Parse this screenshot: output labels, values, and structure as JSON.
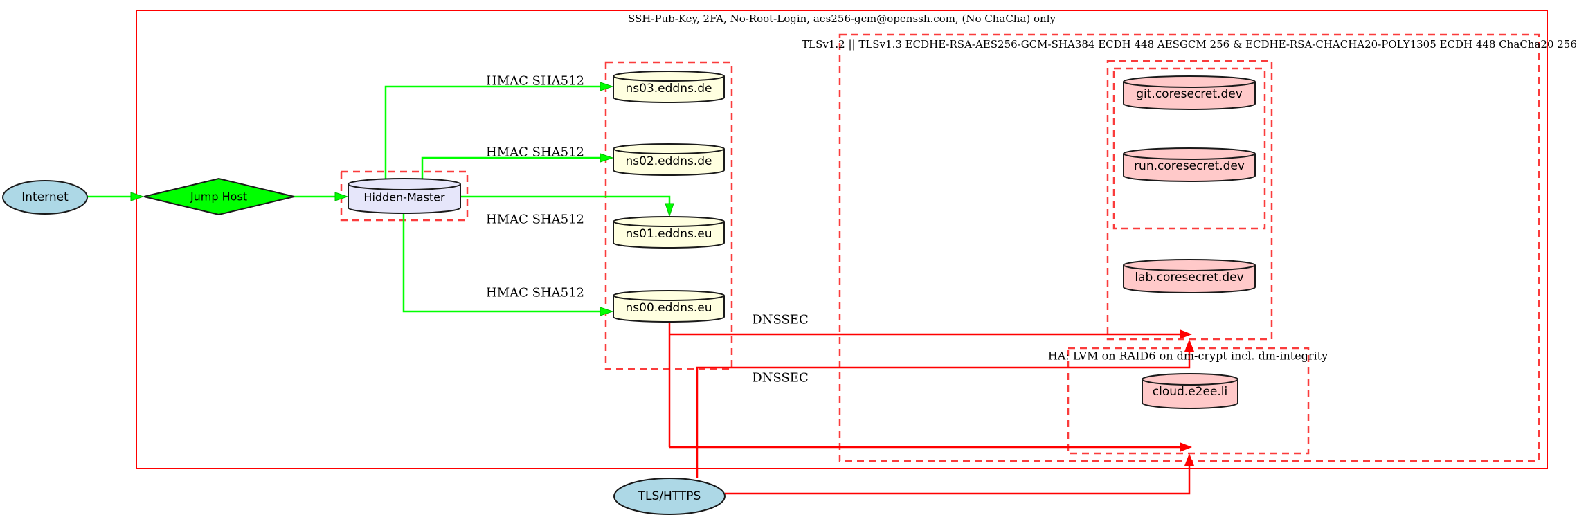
{
  "colors": {
    "edge_green": "#00ff00",
    "edge_red": "#ff0000",
    "cluster_dash_red": "#fa3c3c",
    "outer_box_red": "#ff0000",
    "node_stroke": "#1a1a1a",
    "lightblue": "#add8e6",
    "bright_green": "#00ff00",
    "lavender": "#e6e6fa",
    "lightyellow": "#ffffe0",
    "pink": "#ffc9c9"
  },
  "clusters": {
    "ssh": {
      "label": "SSH-Pub-Key, 2FA, No-Root-Login, aes256-gcm@openssh.com, (No ChaCha) only"
    },
    "tls": {
      "label": "TLSv1.2 || TLSv1.3 ECDHE-RSA-AES256-GCM-SHA384 ECDH 448 AESGCM 256 & ECDHE-RSA-CHACHA20-POLY1305 ECDH 448 ChaCha20 256"
    },
    "ha": {
      "label": "HA: LVM on RAID6 on dm-crypt incl. dm-integrity"
    }
  },
  "nodes": {
    "internet": {
      "label": "Internet",
      "shape": "ellipse",
      "fill": "#add8e6"
    },
    "jump_host": {
      "label": "Jump Host",
      "shape": "diamond",
      "fill": "#00ff00"
    },
    "hidden_master": {
      "label": "Hidden-Master",
      "shape": "cylinder",
      "fill": "#e6e6fa"
    },
    "ns03": {
      "label": "ns03.eddns.de",
      "shape": "cylinder",
      "fill": "#ffffe0"
    },
    "ns02": {
      "label": "ns02.eddns.de",
      "shape": "cylinder",
      "fill": "#ffffe0"
    },
    "ns01": {
      "label": "ns01.eddns.eu",
      "shape": "cylinder",
      "fill": "#ffffe0"
    },
    "ns00": {
      "label": "ns00.eddns.eu",
      "shape": "cylinder",
      "fill": "#ffffe0"
    },
    "git": {
      "label": "git.coresecret.dev",
      "shape": "cylinder",
      "fill": "#ffc9c9"
    },
    "run": {
      "label": "run.coresecret.dev",
      "shape": "cylinder",
      "fill": "#ffc9c9"
    },
    "lab": {
      "label": "lab.coresecret.dev",
      "shape": "cylinder",
      "fill": "#ffc9c9"
    },
    "cloud": {
      "label": "cloud.e2ee.li",
      "shape": "cylinder",
      "fill": "#ffc9c9"
    },
    "tls_https": {
      "label": "TLS/HTTPS",
      "shape": "ellipse",
      "fill": "#add8e6"
    }
  },
  "edges": {
    "hmac_ns03": {
      "label": "HMAC SHA512",
      "color": "#00ff00"
    },
    "hmac_ns02": {
      "label": "HMAC SHA512",
      "color": "#00ff00"
    },
    "hmac_ns01": {
      "label": "HMAC SHA512",
      "color": "#00ff00"
    },
    "hmac_ns00": {
      "label": "HMAC SHA512",
      "color": "#00ff00"
    },
    "dnssec_1": {
      "label": "DNSSEC",
      "color": "#ff0000"
    },
    "dnssec_2": {
      "label": "DNSSEC",
      "color": "#ff0000"
    }
  }
}
